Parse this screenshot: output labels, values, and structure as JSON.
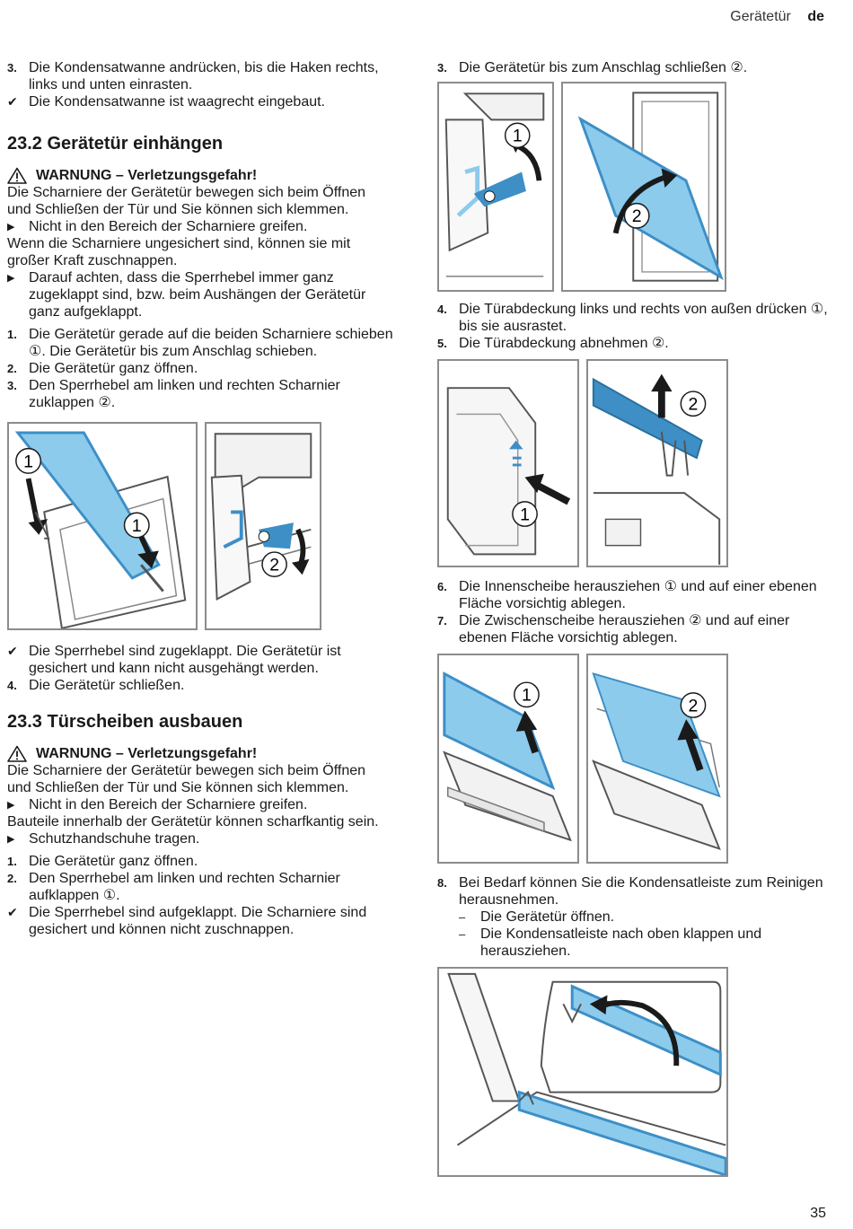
{
  "header": {
    "section": "Gerätetür",
    "lang": "de"
  },
  "left": {
    "intro": [
      {
        "marker": "3.",
        "text": "Die Kondensatwanne andrücken, bis die Haken rechts, links und unten einrasten."
      },
      {
        "marker": "✔",
        "text": "Die Kondensatwanne ist waagrecht eingebaut."
      }
    ],
    "s1": {
      "title": "23.2 Gerätetür einhängen",
      "warning": "WARNUNG – Verletzungsgefahr!",
      "p1": "Die Scharniere der Gerätetür bewegen sich beim Öffnen und Schließen der Tür und Sie können sich klemmen.",
      "b1": "Nicht in den Bereich der Scharniere greifen.",
      "p2": "Wenn die Scharniere ungesichert sind, können sie mit großer Kraft zuschnappen.",
      "b2": "Darauf achten, dass die Sperrhebel immer ganz zugeklappt sind, bzw. beim Aushängen der Gerätetür ganz aufgeklappt.",
      "steps": [
        {
          "marker": "1.",
          "text": "Die Gerätetür gerade auf die beiden Scharniere schieben ①. Die Gerätetür bis zum Anschlag schieben."
        },
        {
          "marker": "2.",
          "text": "Die Gerätetür ganz öffnen."
        },
        {
          "marker": "3.",
          "text": "Den Sperrhebel am linken und rechten Scharnier zuklappen ②."
        }
      ],
      "after": [
        {
          "marker": "✔",
          "text": "Die Sperrhebel sind zugeklappt. Die Gerätetür ist gesichert und kann nicht ausgehängt werden."
        },
        {
          "marker": "4.",
          "text": "Die Gerätetür schließen."
        }
      ]
    },
    "s2": {
      "title": "23.3 Türscheiben ausbauen",
      "warning": "WARNUNG – Verletzungsgefahr!",
      "p1": "Die Scharniere der Gerätetür bewegen sich beim Öffnen und Schließen der Tür und Sie können sich klemmen.",
      "b1": "Nicht in den Bereich der Scharniere greifen.",
      "p2": "Bauteile innerhalb der Gerätetür können scharfkantig sein.",
      "b2": "Schutzhandschuhe tragen.",
      "steps": [
        {
          "marker": "1.",
          "text": "Die Gerätetür ganz öffnen."
        },
        {
          "marker": "2.",
          "text": "Den Sperrhebel am linken und rechten Scharnier aufklappen ①."
        },
        {
          "marker": "✔",
          "text": "Die Sperrhebel sind aufgeklappt. Die Scharniere sind gesichert und können nicht zuschnappen."
        }
      ]
    }
  },
  "right": {
    "step3": {
      "marker": "3.",
      "text": "Die Gerätetür bis zum Anschlag schließen ②."
    },
    "steps45": [
      {
        "marker": "4.",
        "text": "Die Türabdeckung links und rechts von außen drücken ①, bis sie ausrastet."
      },
      {
        "marker": "5.",
        "text": "Die Türabdeckung abnehmen ②."
      }
    ],
    "steps67": [
      {
        "marker": "6.",
        "text": "Die Innenscheibe herausziehen ① und auf einer ebenen Fläche vorsichtig ablegen."
      },
      {
        "marker": "7.",
        "text": "Die Zwischenscheibe herausziehen ② und auf einer ebenen Fläche vorsichtig ablegen."
      }
    ],
    "step8": {
      "marker": "8.",
      "text": "Bei Bedarf können Sie die Kondensatleiste zum Reinigen herausnehmen."
    },
    "step8subs": [
      {
        "marker": "–",
        "text": "Die Gerätetür öffnen."
      },
      {
        "marker": "–",
        "text": "Die Kondensatleiste nach oben klappen und herausziehen."
      }
    ]
  },
  "figure_labels": {
    "one": "1",
    "two": "2"
  },
  "page_number": "35",
  "colors": {
    "accent_blue": "#3d8fc6",
    "glass_blue": "#8ccbec",
    "border": "#8c8c8c"
  }
}
